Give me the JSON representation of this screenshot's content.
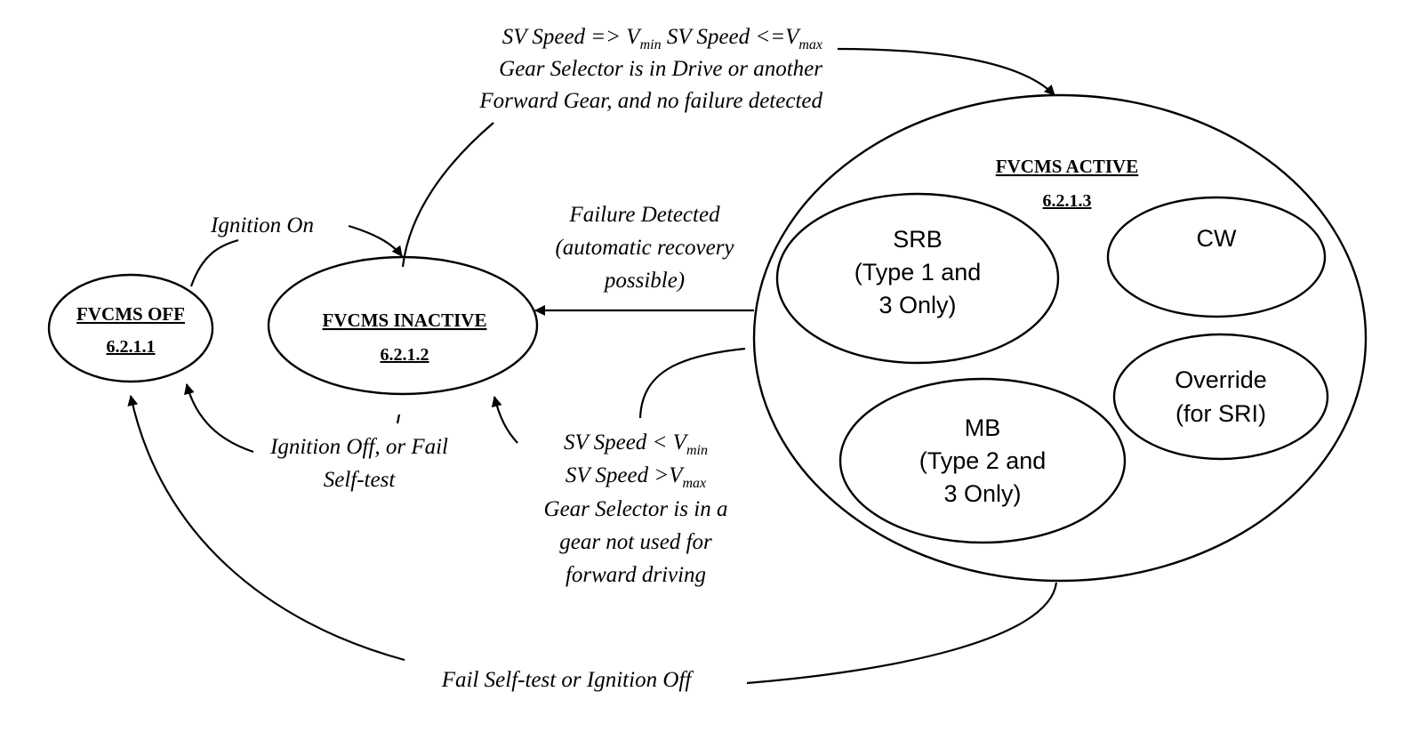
{
  "states": {
    "off": {
      "name": "FVCMS OFF",
      "id": "6.2.1.1"
    },
    "inactive": {
      "name": "FVCMS INACTIVE",
      "id": "6.2.1.2"
    },
    "active": {
      "name": "FVCMS ACTIVE",
      "id": "6.2.1.3",
      "substates": {
        "srb": [
          "SRB",
          "(Type 1 and",
          "3 Only)"
        ],
        "cw": [
          "CW"
        ],
        "override": [
          "Override",
          "(for SRI)"
        ],
        "mb": [
          "MB",
          "(Type 2 and",
          "3 Only)"
        ]
      }
    }
  },
  "transitions": {
    "ignition_on": "Ignition On",
    "inactive_to_active": {
      "line1": {
        "a": "SV Speed => V",
        "a_sub": "min",
        "b": " SV Speed <=V",
        "b_sub": "max"
      },
      "line2": "Gear Selector is in Drive or another",
      "line3": "Forward Gear, and no failure detected"
    },
    "failure_detected": [
      "Failure Detected",
      "(automatic recovery",
      "possible)"
    ],
    "active_to_inactive": {
      "line1": {
        "a": "SV Speed < V",
        "a_sub": "min"
      },
      "line2": {
        "a": "SV Speed >V",
        "a_sub": "max"
      },
      "line3": "Gear Selector is in a",
      "line4": "gear not used for",
      "line5": "forward driving"
    },
    "inactive_to_off": [
      "Ignition Off, or Fail",
      "Self-test"
    ],
    "active_to_off": "Fail Self-test or Ignition Off"
  }
}
